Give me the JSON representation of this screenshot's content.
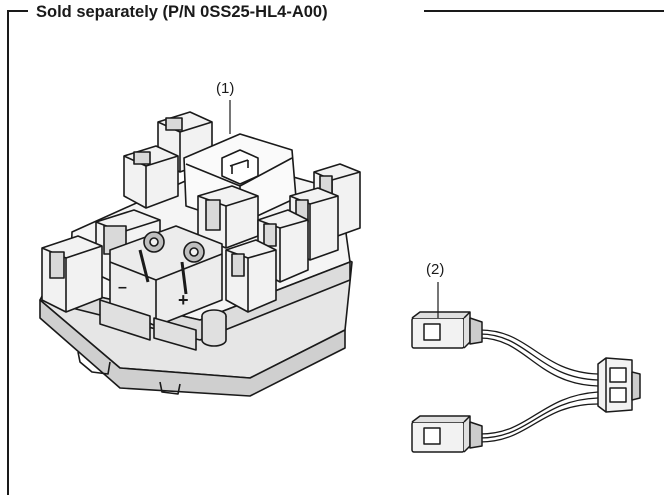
{
  "title": "Sold separately (P/N 0SS25-HL4-A00)",
  "callouts": [
    {
      "label": "(1)"
    },
    {
      "label": "(2)"
    }
  ],
  "polarity": {
    "minus": "–",
    "plus": "+"
  },
  "colors": {
    "line": "#1a1a1a",
    "body": "#f2f2f2",
    "shade": "#d9d9d9",
    "dark": "#8c8c8c"
  }
}
